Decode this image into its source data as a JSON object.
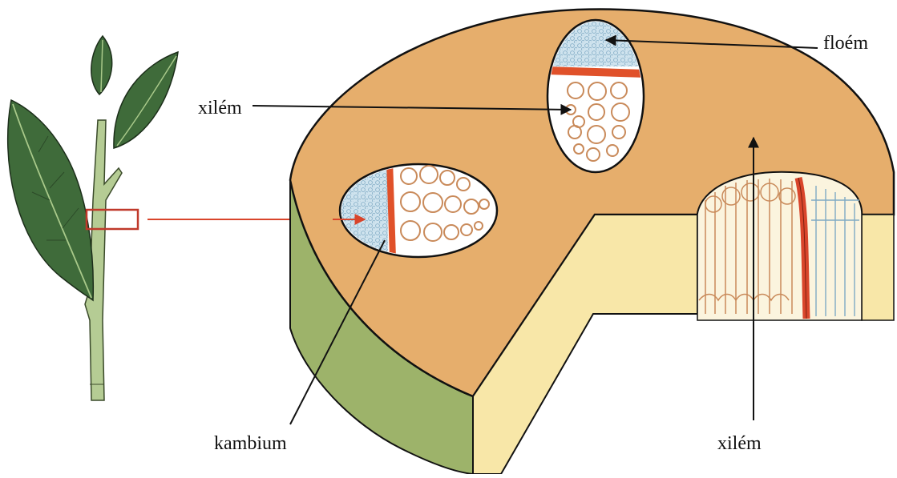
{
  "labels": {
    "floem": "floém",
    "xilem_top": "xilém",
    "kambium": "kambium",
    "xilem_bottom": "xilém"
  },
  "colors": {
    "cortex_top": "#E6AE6C",
    "cortex_side": "#9DB36A",
    "cut_face": "#F8E7A8",
    "leaf": "#3F6B3A",
    "leaf_vein": "#A9C98A",
    "stem": "#B5CC94",
    "cambium": "#E0512A",
    "phloem": "#BFD9E8",
    "xylem_ring": "#C98A5A",
    "pointer_red": "#D9452B",
    "arrow": "#111111"
  }
}
